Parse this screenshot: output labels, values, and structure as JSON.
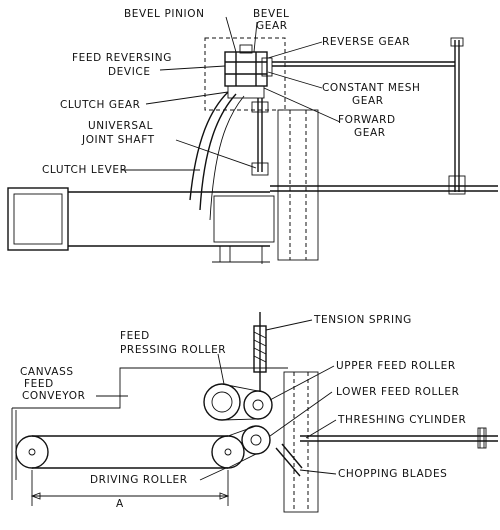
{
  "top_view": {
    "bevel_pinion": "BEVEL PINION",
    "bevel_gear_1": "BEVEL",
    "bevel_gear_2": "GEAR",
    "reverse_gear": "REVERSE GEAR",
    "feed_reversing_1": "FEED REVERSING",
    "feed_reversing_2": "DEVICE",
    "constant_mesh_1": "CONSTANT MESH",
    "constant_mesh_2": "GEAR",
    "clutch_gear": "CLUTCH GEAR",
    "forward_gear_1": "FORWARD",
    "forward_gear_2": "GEAR",
    "universal_1": "UNIVERSAL",
    "universal_2": "JOINT SHAFT",
    "clutch_lever": "CLUTCH LEVER"
  },
  "side_view": {
    "tension_spring": "TENSION SPRING",
    "feed_pressing_1": "FEED",
    "feed_pressing_2": "PRESSING ROLLER",
    "upper_feed_roller": "UPPER FEED ROLLER",
    "canvass_1": "CANVASS",
    "canvass_2": "FEED",
    "canvass_3": "CONVEYOR",
    "lower_feed_roller": "LOWER FEED ROLLER",
    "threshing_cylinder": "THRESHING CYLINDER",
    "chopping_blades": "CHOPPING BLADES",
    "driving_roller": "DRIVING ROLLER",
    "dimension_a": "A"
  }
}
